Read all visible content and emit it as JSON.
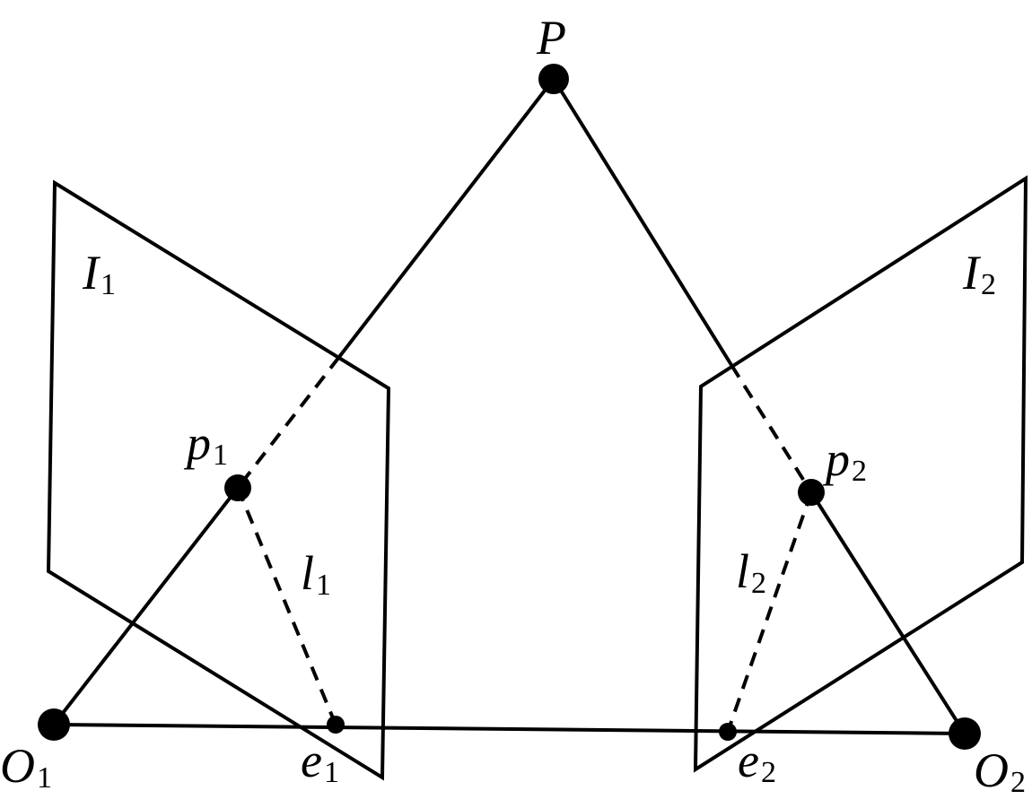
{
  "diagram": {
    "labels": {
      "P": {
        "main": "P",
        "sub": ""
      },
      "I1": {
        "main": "I",
        "sub": "1"
      },
      "I2": {
        "main": "I",
        "sub": "2"
      },
      "p1": {
        "main": "p",
        "sub": "1"
      },
      "p2": {
        "main": "p",
        "sub": "2"
      },
      "l1": {
        "main": "l",
        "sub": "1"
      },
      "l2": {
        "main": "l",
        "sub": "2"
      },
      "O1": {
        "main": "O",
        "sub": "1"
      },
      "O2": {
        "main": "O",
        "sub": "2"
      },
      "e1": {
        "main": "e",
        "sub": "1"
      },
      "e2": {
        "main": "e",
        "sub": "2"
      }
    },
    "colors": {
      "stroke": "#000000",
      "background": "#ffffff"
    }
  }
}
